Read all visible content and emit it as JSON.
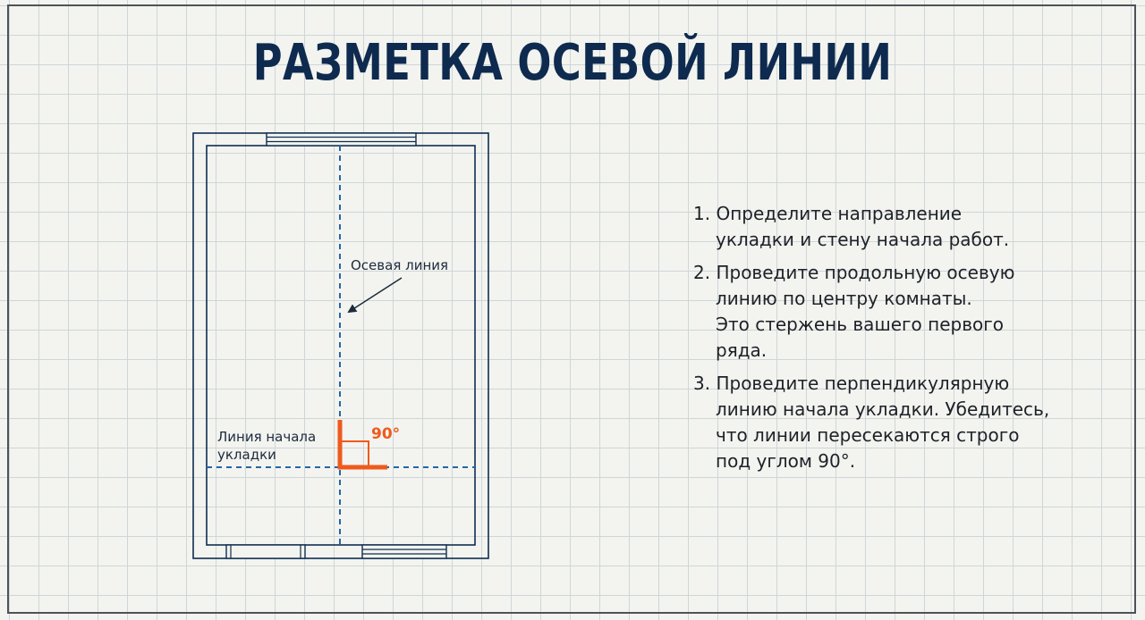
{
  "title": "РАЗМЕТКА ОСЕВОЙ ЛИНИИ",
  "labels": {
    "axis_line": "Осевая линия",
    "start_line_1": "Линия начала",
    "start_line_2": "укладки",
    "angle": "90°"
  },
  "steps": [
    {
      "number": "1.",
      "first": "Определите направление",
      "rest": [
        "укладки и стену начала работ."
      ]
    },
    {
      "number": "2.",
      "first": "Проведите продольную осевую",
      "rest": [
        "линию по центру комнаты.",
        "Это стержень вашего первого",
        "ряда."
      ]
    },
    {
      "number": "3.",
      "first": "Проведите перпендикулярную",
      "rest": [
        "линию начала укладки. Убедитесь,",
        "что линии пересекаются строго",
        "под углом 90°."
      ]
    }
  ],
  "colors": {
    "title": "#0e2a4f",
    "plan_lines": "#0f2d52",
    "dashed_lines": "#2466a8",
    "accent": "#ef5a1c"
  }
}
